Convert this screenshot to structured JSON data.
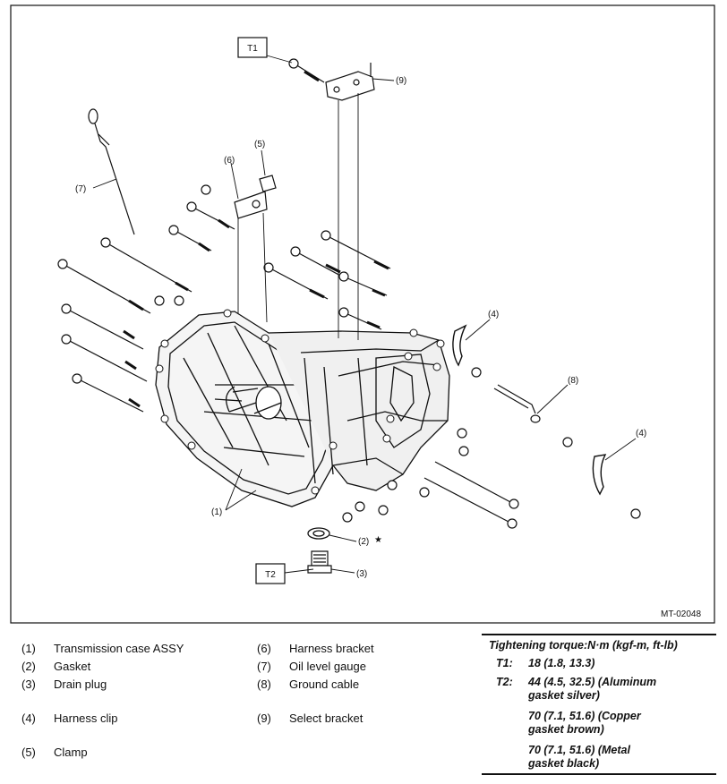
{
  "diagram": {
    "figure_code": "MT-02048",
    "torque_boxes": [
      "T1",
      "T2"
    ],
    "callouts": [
      "(1)",
      "(2)",
      "(3)",
      "(4)",
      "(4)",
      "(5)",
      "(6)",
      "(7)",
      "(8)",
      "(9)"
    ],
    "star_symbol": "★"
  },
  "legend": {
    "col1": [
      {
        "num": "(1)",
        "label": "Transmission case ASSY"
      },
      {
        "num": "(2)",
        "label": "Gasket"
      },
      {
        "num": "(3)",
        "label": "Drain plug"
      },
      {
        "num": "(4)",
        "label": "Harness clip"
      },
      {
        "num": "(5)",
        "label": "Clamp"
      }
    ],
    "col2": [
      {
        "num": "(6)",
        "label": "Harness bracket"
      },
      {
        "num": "(7)",
        "label": "Oil level gauge"
      },
      {
        "num": "(8)",
        "label": "Ground cable"
      },
      {
        "num": "(9)",
        "label": "Select bracket"
      }
    ]
  },
  "torque": {
    "header": "Tightening torque:N·m (kgf-m, ft-lb)",
    "t1_key": "T1:",
    "t1_value": "18 (1.8, 13.3)",
    "t2_key": "T2:",
    "t2_line1": "44 (4.5, 32.5) (Aluminum",
    "t2_line2": "gasket   silver)",
    "t2_line3": "70 (7.1, 51.6) (Copper",
    "t2_line4": "gasket   brown)",
    "t2_line5": "70 (7.1, 51.6) (Metal",
    "t2_line6": "gasket   black)"
  }
}
